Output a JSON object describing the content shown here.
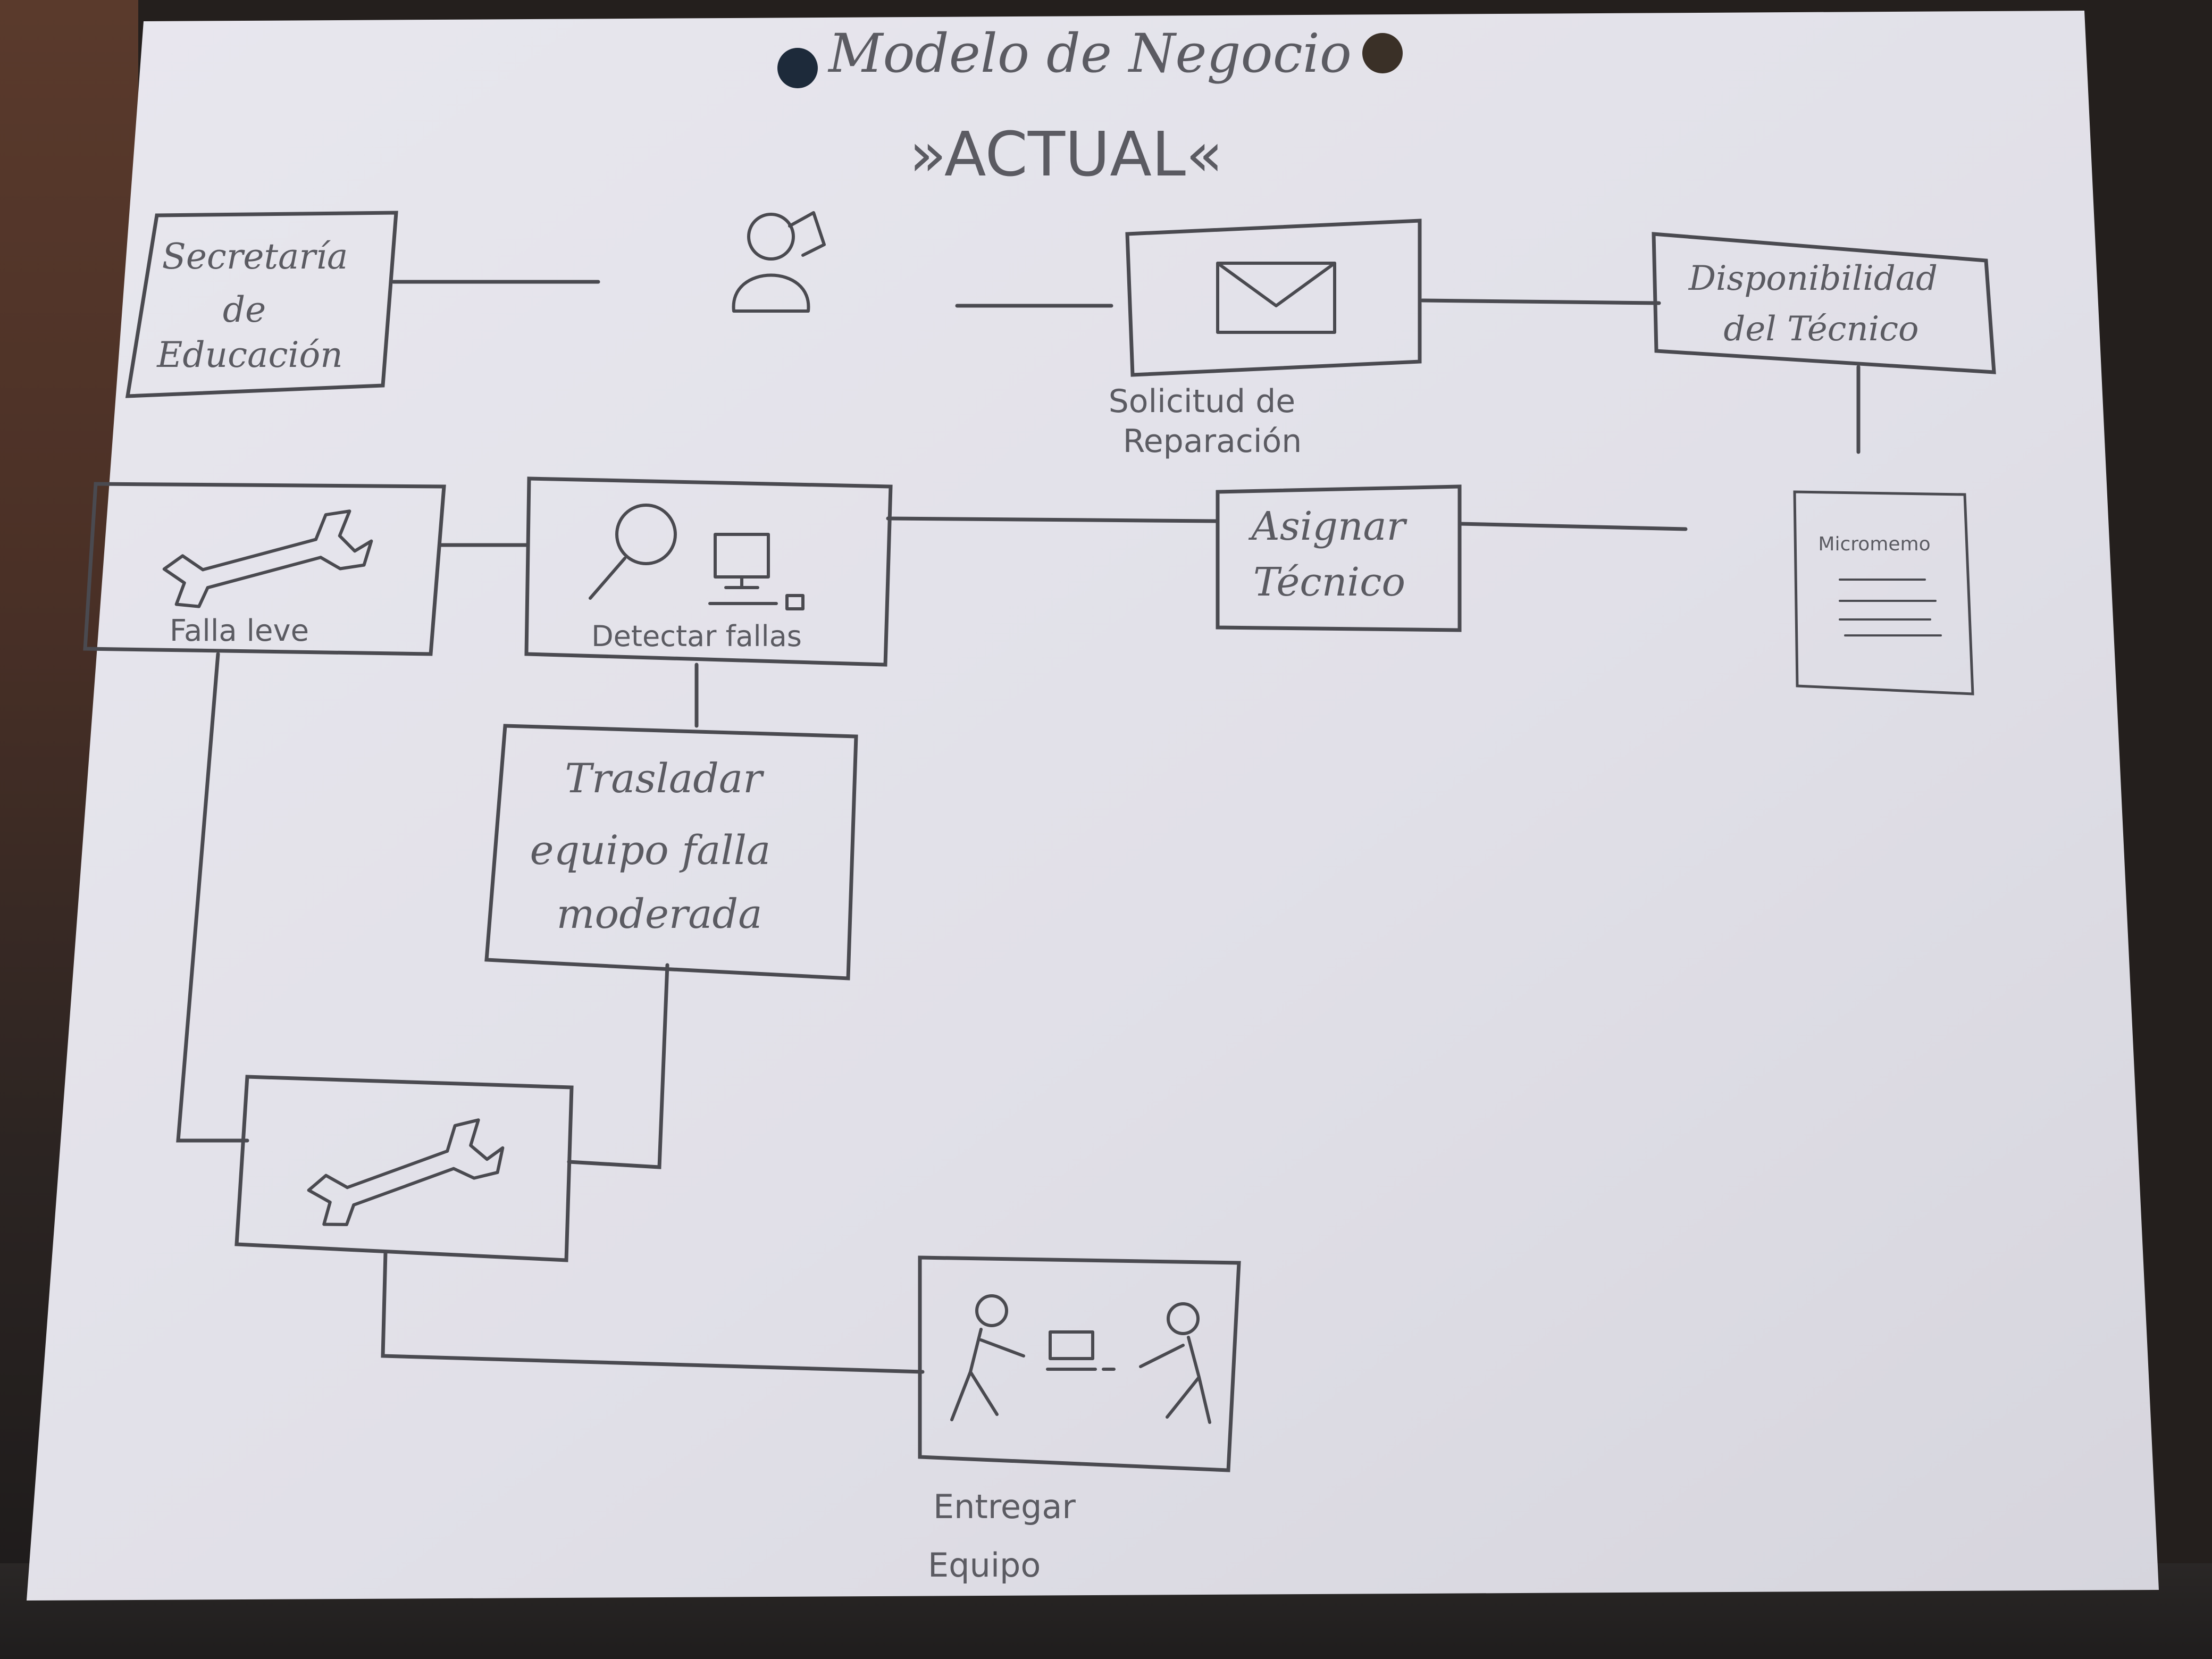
{
  "diagram": {
    "title": "Modelo de Negocio",
    "subtitle": "»ACTUAL«",
    "nodes": {
      "secretaria": {
        "lines": [
          "Secretaría",
          "de",
          "Educación"
        ]
      },
      "solicitud": {
        "caption": [
          "Solicitud de",
          "Reparación"
        ]
      },
      "disponibilidad": {
        "lines": [
          "Disponibilidad",
          "del Técnico"
        ]
      },
      "micromemo": {
        "label": "Micromemo"
      },
      "falla_leve": {
        "label": "Falla leve"
      },
      "detectar": {
        "label": "Detectar fallas"
      },
      "asignar": {
        "lines": [
          "Asignar",
          "Técnico"
        ]
      },
      "trasladar": {
        "lines": [
          "Trasladar",
          "equipo falla",
          "moderada"
        ]
      },
      "entregar": {
        "caption": [
          "Entregar",
          "Equipo"
        ]
      }
    }
  },
  "colors": {
    "paper": "#e4e3ea",
    "pencil": "#4a4a50",
    "faint": "#a9a8b2",
    "dark_bg": "#241f1d"
  }
}
